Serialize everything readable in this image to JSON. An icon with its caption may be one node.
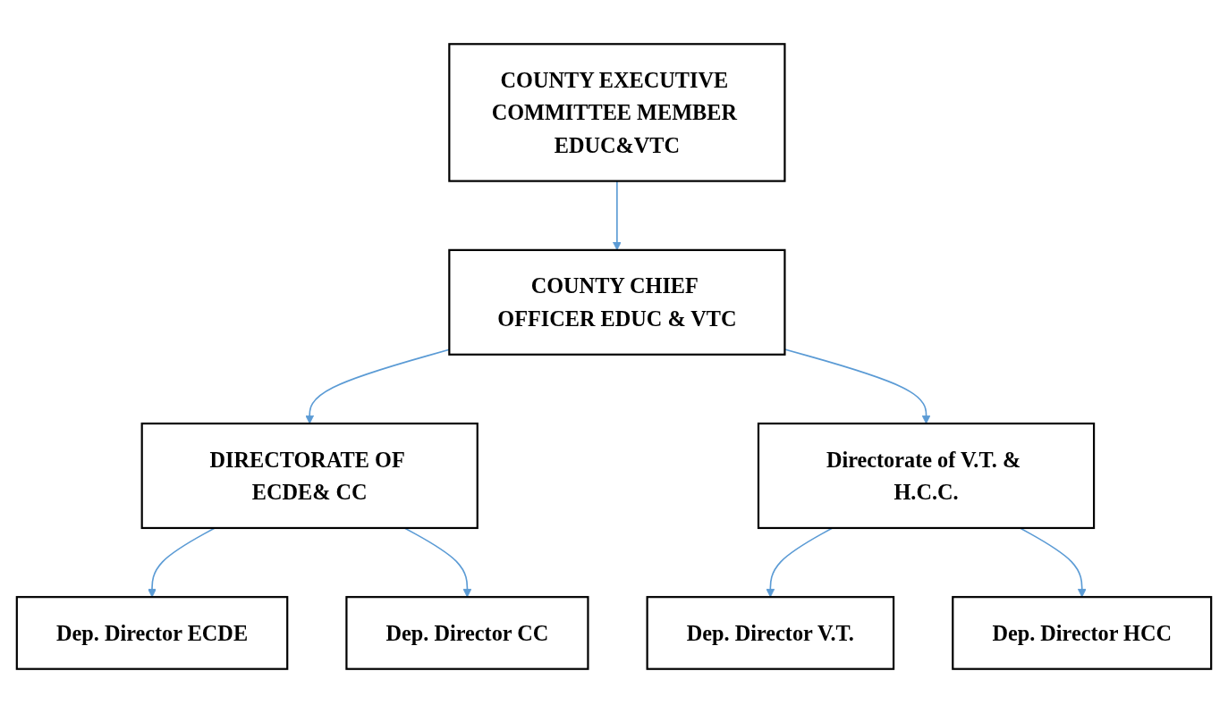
{
  "diagram": {
    "nodes": [
      {
        "text": [
          "COUNTY EXECUTIVE COMMITTEE MEMBER EDUC&VTC"
        ]
      },
      {
        "text": [
          "COUNTY CHIEF OFFICER EDUC & VTC"
        ]
      },
      {
        "text": [
          "DIRECTORATE OF ECDE& CC"
        ]
      },
      {
        "text": [
          "Directorate of V.T. & H.C.C."
        ]
      },
      {
        "text": [
          "Dep. Director ECDE"
        ]
      },
      {
        "text": [
          "Dep. Director CC"
        ]
      },
      {
        "text": [
          "Dep. Director V.T."
        ]
      },
      {
        "text": [
          "Dep. Director HCC"
        ]
      }
    ],
    "edges": [
      {
        "from": 0,
        "to": 1,
        "arrow": "to"
      },
      {
        "from": 1,
        "to": 2,
        "arrow": "to"
      },
      {
        "from": 1,
        "to": 3,
        "arrow": "to"
      },
      {
        "from": 2,
        "to": 4,
        "arrow": "to"
      },
      {
        "from": 2,
        "to": 5,
        "arrow": "to"
      },
      {
        "from": 3,
        "to": 6,
        "arrow": "to"
      },
      {
        "from": 3,
        "to": 7,
        "arrow": "to"
      }
    ]
  }
}
